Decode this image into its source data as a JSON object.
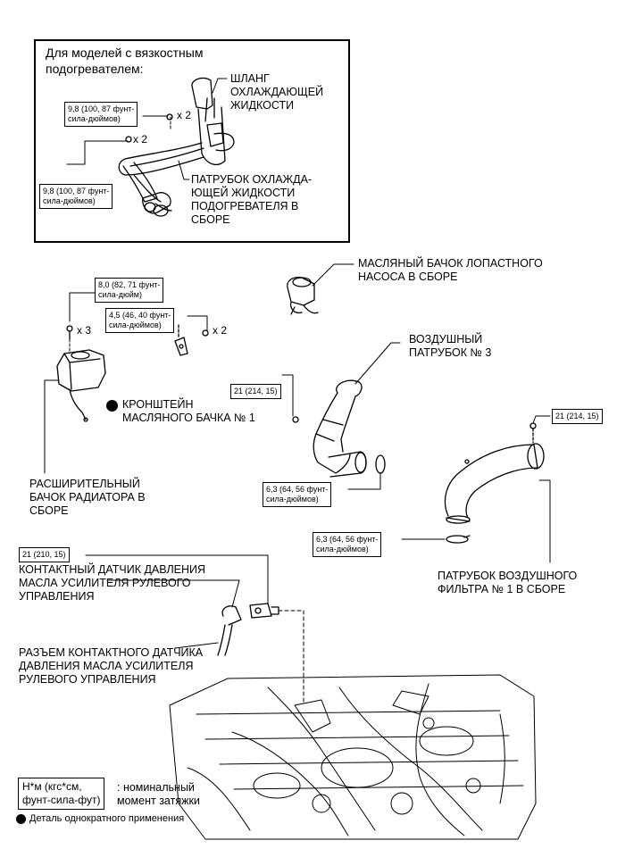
{
  "inset": {
    "title": "Для моделей с вязкостным\nподогревателем:",
    "coolant_hose": "ШЛАНГ\nОХЛАЖДАЮЩЕЙ\nЖИДКОСТИ",
    "heater_pipe": "ПАТРУБОК ОХЛАЖДА-\nЮЩЕЙ ЖИДКОСТИ\nПОДОГРЕВАТЕЛЯ В\nСБОРЕ",
    "torque_upper": "9,8 (100, 87 фунт-\nсила-дюймов)",
    "torque_lower": "9,8 (100, 87 фунт-\nсила-дюймов)",
    "mult_upper": "x 2",
    "mult_lower": "x 2"
  },
  "parts": {
    "oil_reservoir": "МАСЛЯНЫЙ БАЧОК ЛОПАСТНОГО\nНАСОСА В СБОРЕ",
    "air_pipe_3": "ВОЗДУШНЫЙ\nПАТРУБОК № 3",
    "bracket": "КРОНШТЕЙН\nМАСЛЯНОГО БАЧКА № 1",
    "expansion_tank": "РАСШИРИТЕЛЬНЫЙ\nБАЧОК РАДИАТОРА В\nСБОРЕ",
    "air_filter_pipe": "ПАТРУБОК ВОЗДУШНОГО\nФИЛЬТРА № 1 В СБОРЕ",
    "pressure_switch": "КОНТАКТНЫЙ ДАТЧИК ДАВЛЕНИЯ\nМАСЛА УСИЛИТЕЛЯ РУЛЕВОГО\nУПРАВЛЕНИЯ",
    "switch_connector": "РАЗЪЕМ КОНТАКТНОГО ДАТЧИКА\nДАВЛЕНИЯ МАСЛА УСИЛИТЕЛЯ\nРУЛЕВОГО УПРАВЛЕНИЯ"
  },
  "torques": {
    "tank_bolt": "8,0 (82, 71 фунт-\nсила-дюйм)",
    "bracket_bolt": "4,5 (46, 40 фунт-\nсила-дюймов)",
    "pipe3_bolt": "21 (214, 15)",
    "pipe3_clamp": "6,3 (64, 56 фунт-\nсила-дюймов)",
    "filter_bolt": "21 (214, 15)",
    "filter_clamp": "6,3 (64, 56 фунт-\nсила-дюймов)",
    "switch": "21 (210, 15)",
    "mult_tank": "x 3",
    "mult_bracket": "x 2"
  },
  "legend": {
    "unit_box": "Н*м (кгс*см,\nфунт-сила-фут)",
    "unit_desc": ": номинальный\nмомент затяжки",
    "single_use": "Деталь однократного применения"
  }
}
